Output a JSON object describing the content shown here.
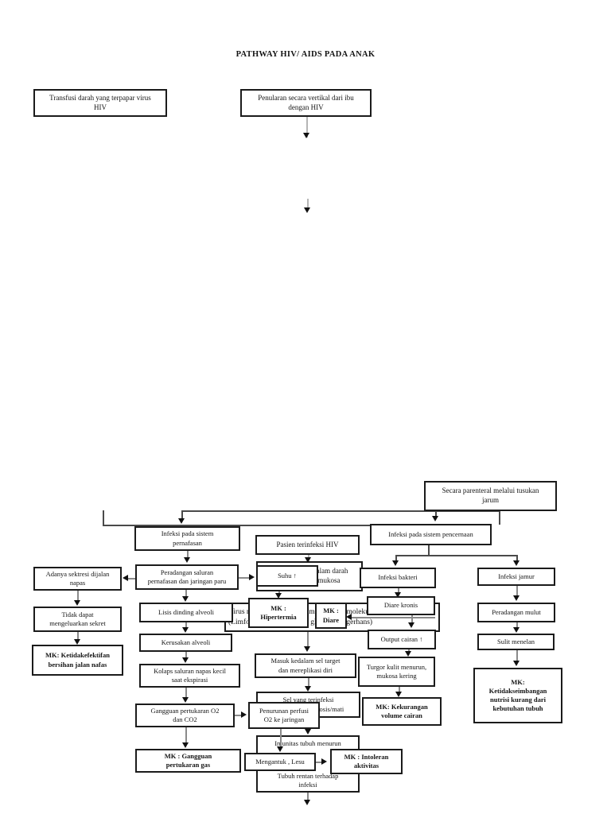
{
  "page": {
    "title": "PATHWAY HIV/ AIDS PADA ANAK"
  },
  "colors": {
    "ink": "#1b1b1b",
    "line": "#8a8a8a"
  },
  "nodes": {
    "transfusi": {
      "label": "Transfusi darah yang terpapar virus\nHIV"
    },
    "penularan": {
      "label": "Penularan secara vertikal dari ibu\ndengan HIV"
    },
    "parenteral": {
      "label": "Secara parenteral melalui tusukan\njarum"
    },
    "pernafasan": {
      "label": "Infeksi pada sistem\npernafasan"
    },
    "pasien": {
      "label": "Pasien terinfeksi HIV"
    },
    "pencernaan": {
      "label": "Infeksi pada sistem pencernaan"
    },
    "adanya": {
      "label": "Adanya sektresi dijalan\nnapas"
    },
    "peradangan": {
      "label": "Peradangan saluran\npernafasan dan jaringan paru"
    },
    "virus_mukosa": {
      "label": "Virus tersebar dalam darah\natau jaringan mukosa"
    },
    "suhu": {
      "label": "Suhu ↑"
    },
    "bakteri": {
      "label": "Infeksi bakteri"
    },
    "jamur": {
      "label": "Infeksi jamur"
    },
    "lisis": {
      "label": "Lisis dinding alveoli"
    },
    "virus_cd4": {
      "label": "Virus menyerang sel yang mempunyai molekul CD4\n(Limfosit T4, monosit, Sel glia, Sel langerhans)"
    },
    "mk_hipertermia": {
      "label": "MK :\nHipertermia"
    },
    "mk_diare": {
      "label": "MK :\nDiare"
    },
    "diare_kronis": {
      "label": "Diare kronis"
    },
    "output_cairan": {
      "label": "Output cairan ↑"
    },
    "kerusakan": {
      "label": "Kerusakan alveoli"
    },
    "tidak_dapat": {
      "label": "Tidak dapat\nmengeluarkan sekret"
    },
    "mk_ketidakefektifan": {
      "label": "MK: Ketidakefektifan\nbersihan jalan nafas"
    },
    "kolaps": {
      "label": "Kolaps saluran napas kecil\nsaat ekspirasi"
    },
    "masuk_sel": {
      "label": "Masuk kedalam sel target\ndan mereplikasi diri"
    },
    "turgor": {
      "label": "Turgor kulit menurun,\nmukosa kering"
    },
    "gangguan_o2": {
      "label": "Gangguan pertukaran O2\ndan CO2"
    },
    "sel_terinfeksi": {
      "label": "Sel yang terinfeksi\nmengalami apoptosis/mati"
    },
    "penurunan": {
      "label": "Penurunan perfusi\nO2 ke jaringan"
    },
    "mk_kekurangan": {
      "label": "MK: Kekurangan\nvolume cairan"
    },
    "mk_gangguan_gas": {
      "label": "MK : Gangguan\npertukaran gas"
    },
    "imunitas": {
      "label": "Imunitas tubuh menurun"
    },
    "tubuh_rentan": {
      "label": "Tubuh rentan terhadap\ninfeksi"
    },
    "mengantuk": {
      "label": "Mengantuk , Lesu"
    },
    "mk_intoleran": {
      "label": "MK : Intoleran\naktivitas"
    },
    "peradangan_mulut": {
      "label": "Peradangan mulut"
    },
    "sulit_menelan": {
      "label": "Sulit menelan"
    },
    "mk_nutrisi": {
      "label": "MK:\nKetidakseimbangan\nnutrisi kurang dari\nkebutuhan tubuh"
    }
  }
}
